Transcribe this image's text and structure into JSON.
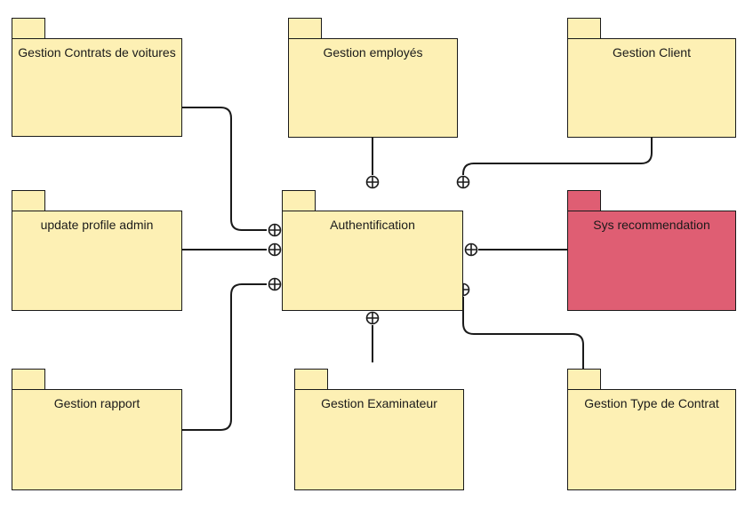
{
  "colors": {
    "package_fill": "#fdf0b4",
    "highlight_fill": "#df5e73",
    "line": "#1a1a1a"
  },
  "packages": {
    "contrats": {
      "label": "Gestion Contrats de voitures"
    },
    "employes": {
      "label": "Gestion employés"
    },
    "client": {
      "label": "Gestion Client"
    },
    "profile": {
      "label": "update profile admin"
    },
    "auth": {
      "label": "Authentification"
    },
    "reco": {
      "label": "Sys recommendation"
    },
    "rapport": {
      "label": "Gestion rapport"
    },
    "examinateur": {
      "label": "Gestion Examinateur"
    },
    "type_contrat": {
      "label": "Gestion Type de Contrat"
    }
  }
}
